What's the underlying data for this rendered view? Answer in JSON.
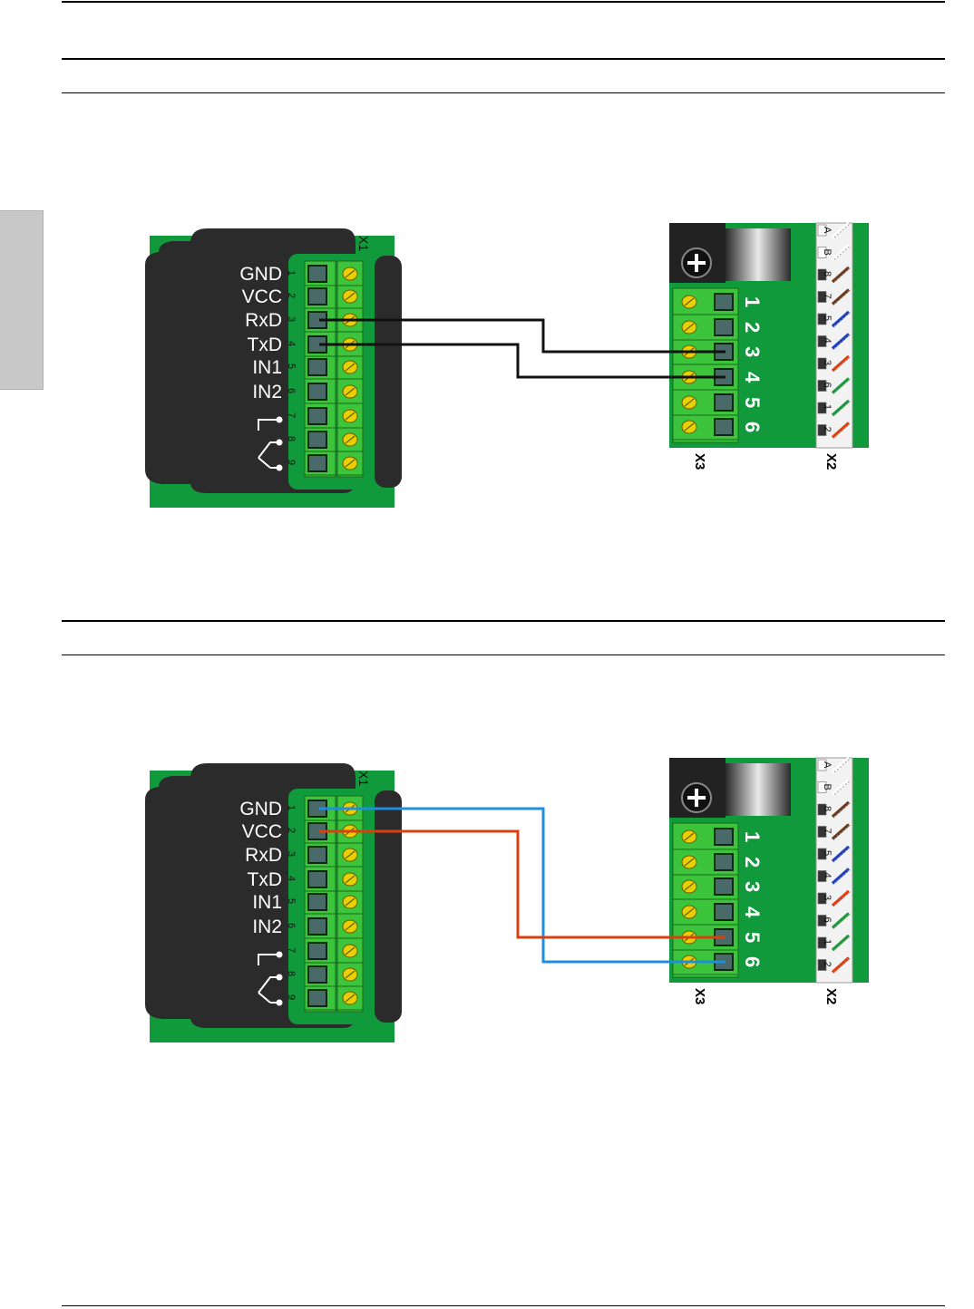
{
  "x1_module": {
    "connector_label": "X1",
    "pins": [
      {
        "num": "1",
        "label": "GND"
      },
      {
        "num": "2",
        "label": "VCC"
      },
      {
        "num": "3",
        "label": "RxD"
      },
      {
        "num": "4",
        "label": "TxD"
      },
      {
        "num": "5",
        "label": "IN1"
      },
      {
        "num": "6",
        "label": "IN2"
      },
      {
        "num": "7",
        "label": ""
      },
      {
        "num": "8",
        "label": ""
      },
      {
        "num": "9",
        "label": ""
      }
    ]
  },
  "reader_board": {
    "x3_label": "X3",
    "x2_label": "X2",
    "x3_pins": [
      "1",
      "2",
      "3",
      "4",
      "5",
      "6"
    ],
    "x2_pins": [
      "A",
      "B",
      "8",
      "7",
      "5",
      "4",
      "3",
      "6",
      "1",
      "2"
    ]
  },
  "diagram_1": {
    "wires": [
      {
        "from": "X1-3",
        "to": "X3-3",
        "color": "#111111"
      },
      {
        "from": "X1-4",
        "to": "X3-4",
        "color": "#111111"
      }
    ]
  },
  "diagram_2": {
    "wires": [
      {
        "from": "X1-1",
        "to": "X3-6",
        "color": "#1e8fe0"
      },
      {
        "from": "X1-2",
        "to": "X3-5",
        "color": "#d9400d"
      }
    ]
  },
  "colors": {
    "pcb_green": "#109a3c",
    "terminal_green": "#3cc43c",
    "housing": "#2b2b2b",
    "screw_yellow": "#e8d000"
  }
}
